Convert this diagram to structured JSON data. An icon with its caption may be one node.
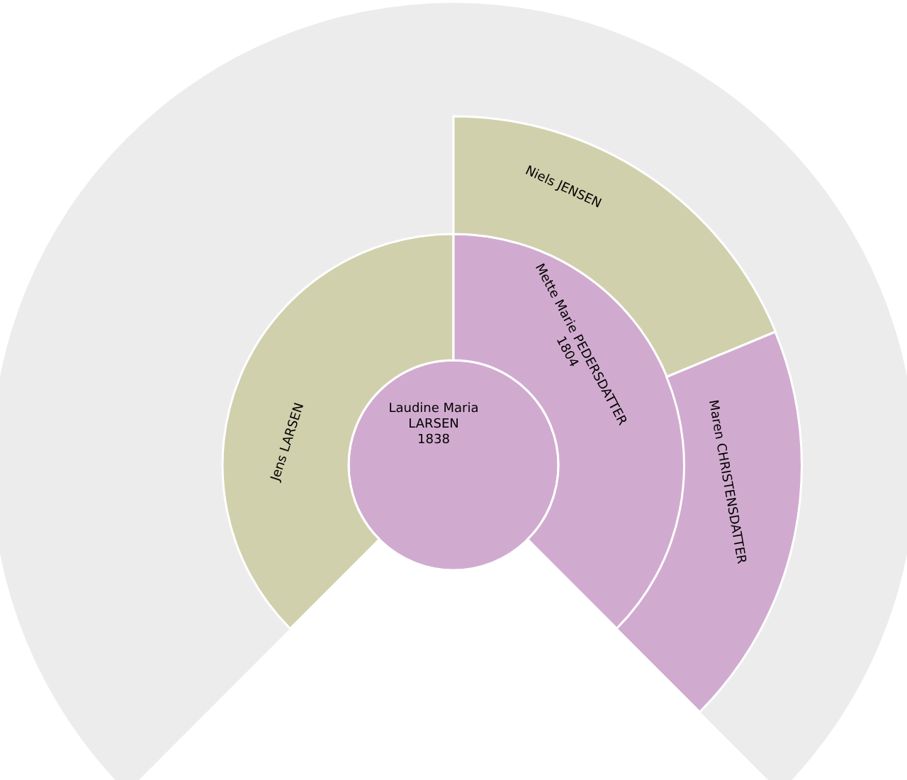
{
  "diagram": {
    "nodes": [
      {
        "text": [
          "Laudine Maria LARSEN",
          "1838"
        ]
      },
      {
        "text": [
          "Jens LARSEN"
        ]
      },
      {
        "text": [
          "Mette Marie PEDERSDATTER",
          "1804"
        ]
      },
      {
        "text": [
          "Niels JENSEN"
        ]
      },
      {
        "text": [
          "Maren CHRISTENSDATTER"
        ]
      }
    ],
    "edges": []
  }
}
